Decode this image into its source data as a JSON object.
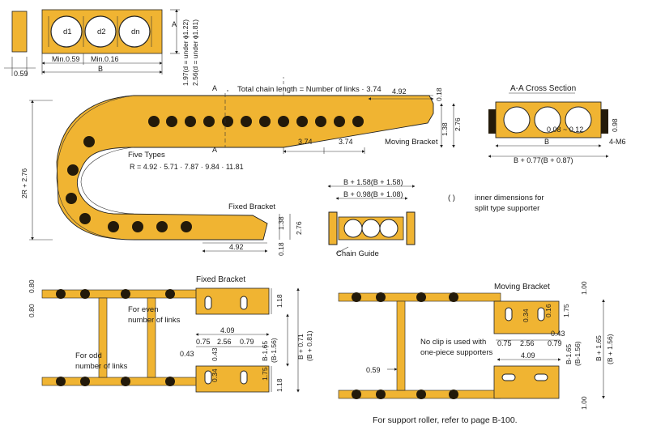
{
  "colors": {
    "chain_fill": "#f0b432",
    "dark": "#231a0a",
    "line": "#222222"
  },
  "top_link": {
    "circle_labels": [
      "d1",
      "d2",
      "dn"
    ],
    "min_left": "Min.0.59",
    "min_mid": "Min.0.16",
    "dim_b": "B",
    "dim_059": "0.59",
    "dim_a": "A",
    "d_under_122": "1.97(d = under ϕ1.22)",
    "d_under_181": "2.56(d = under ϕ1.81)"
  },
  "main": {
    "total_length": "Total chain length = Number of links · 3.74",
    "a_top": "A",
    "a_bottom": "A",
    "dim_492_top": "4.92",
    "dim_018_top": "0.18",
    "dim_138_top": "1.38",
    "dim_276_top": "2.76",
    "pitch_1": "3.74",
    "pitch_2": "3.74",
    "moving_bracket": "Moving Bracket",
    "five_types": "Five Types",
    "r_values": "R = 4.92 · 5.71 · 7.87 · 9.84 · 11.81",
    "dim_2r": "2R + 2.76",
    "fixed_bracket": "Fixed Bracket",
    "dim_492_bottom": "4.92",
    "dim_138_bottom": "1.38",
    "dim_276_bottom": "2.76",
    "dim_018_bottom": "0.18"
  },
  "cross_section": {
    "title": "A-A Cross Section",
    "dim_098": "0.98",
    "dim_008": "0.08 ~ 0.12",
    "dim_b": "B",
    "dim_m6": "4-M6",
    "dim_b077": "B + 0.77(B + 0.87)"
  },
  "guide": {
    "dim_b158": "B + 1.58(B + 1.58)",
    "dim_b098": "B + 0.98(B + 1.08)",
    "label": "Chain Guide",
    "note_paren": "(    )",
    "note_1": "inner dimensions for",
    "note_2": "split type supporter"
  },
  "fixed_plan": {
    "title": "Fixed Bracket",
    "dim_080_top": "0.80",
    "dim_080_bot": "0.80",
    "even_1": "For even",
    "even_2": "number of links",
    "odd_1": "For odd",
    "odd_2": "number of links",
    "dim_409": "4.09",
    "dim_075": "0.75",
    "dim_256": "2.56",
    "dim_079": "0.79",
    "dim_043a": "0.43",
    "dim_043b": "0.43",
    "dim_034": "0.34",
    "dim_175": "1.75",
    "dim_118_top": "1.18",
    "dim_118_bot": "1.18",
    "dim_b165": "B-1.65",
    "dim_b156": "(B-1.56)",
    "dim_b071": "B + 0.71",
    "dim_b081": "(B + 0.81)"
  },
  "moving_plan": {
    "title": "Moving Bracket",
    "dim_100_top": "1.00",
    "dim_100_bot": "1.00",
    "dim_034": "0.34",
    "dim_016": "0.16",
    "dim_175": "1.75",
    "dim_043": "0.43",
    "dim_075": "0.75",
    "dim_256": "2.56",
    "dim_079": "0.79",
    "dim_409": "4.09",
    "dim_b165": "B-1.65",
    "dim_b156": "(B-1.56)",
    "dim_b165p": "B + 1.65",
    "dim_b156p": "(B + 1.56)",
    "dim_059": "0.59",
    "no_clip_1": "No clip is used with",
    "no_clip_2": "one-piece supporters"
  },
  "footer": "For support roller, refer to page B-100."
}
